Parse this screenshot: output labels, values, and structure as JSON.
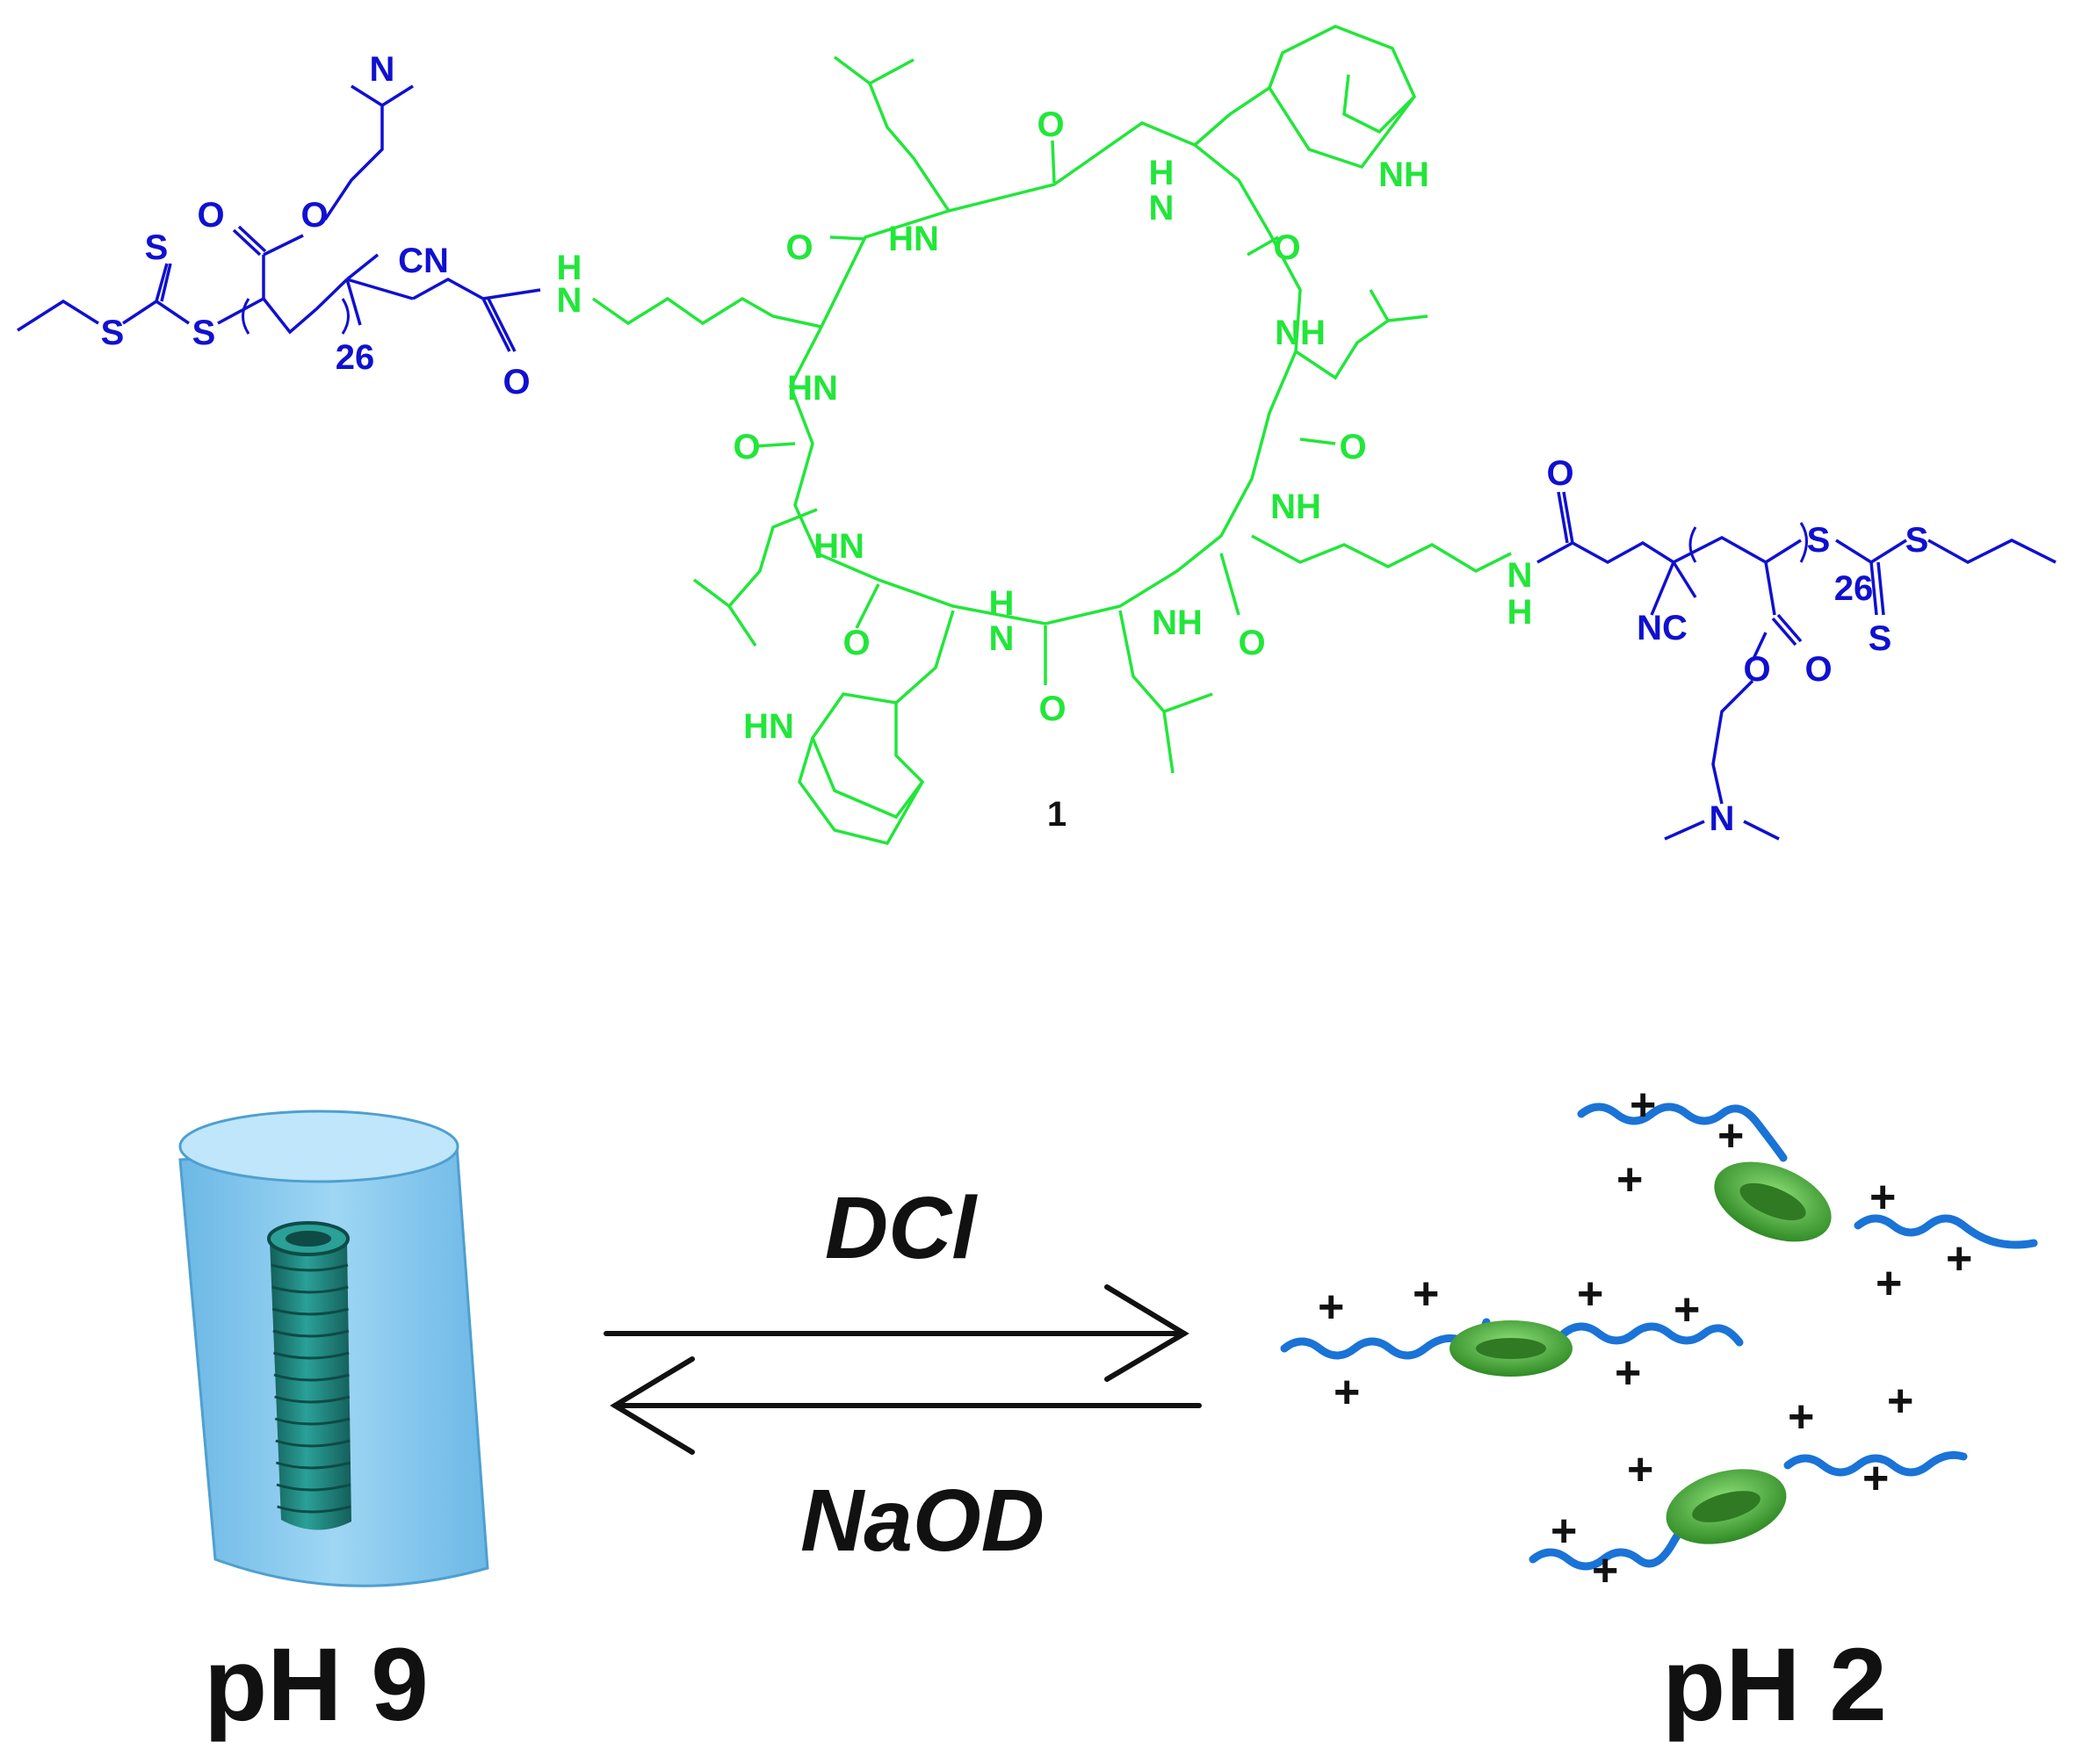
{
  "colors": {
    "peptide": "#22e63a",
    "polymer": "#1010d0",
    "ink": "#111111",
    "gel": "#7fc8f0",
    "tube": "#1f7f7a",
    "ring": "#3c9a2e",
    "chain": "#1a73d6"
  },
  "compound_label": "1",
  "reagents": {
    "forward": "DCl",
    "reverse": "NaOD"
  },
  "states": {
    "left": "pH 9",
    "right": "pH 2"
  },
  "polymer_left": {
    "s1": "S",
    "s2": "S",
    "s3": "S",
    "o1": "O",
    "o2": "O",
    "o3": "O",
    "cn": "CN",
    "n": "N",
    "nh": "N",
    "h": "H",
    "repeat": "26"
  },
  "polymer_right": {
    "s1": "S",
    "s2": "S",
    "s3": "S",
    "o1": "O",
    "o2": "O",
    "o3": "O",
    "cn": "NC",
    "n": "N",
    "nh": "N",
    "h": "H",
    "repeat": "26"
  },
  "peptide_labels": {
    "o_top": "O",
    "nh_trp_top": "N",
    "h_trp_top": "H",
    "indole_top": "NH",
    "hn_top_left": "HN",
    "o_left_top": "O",
    "o_right_top": "O",
    "nh_right_1": "NH",
    "o_right_mid": "O",
    "nh_right_2": "NH",
    "hn_left_1": "HN",
    "o_left_mid": "O",
    "hn_left_2": "HN",
    "o_bottom_left": "O",
    "nh_bottom": "N",
    "h_bottom": "H",
    "o_bottom_mid": "O",
    "nh_bottom_right": "NH",
    "o_bottom_right": "O",
    "indole_bottom": "HN"
  },
  "charge_symbol": "+"
}
